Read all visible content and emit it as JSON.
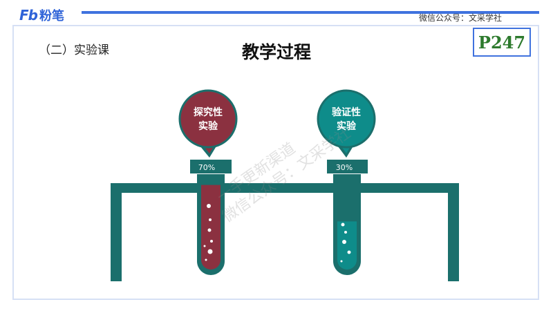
{
  "brand": {
    "logo_mark": "Fb",
    "logo_text": "粉笔"
  },
  "header": {
    "wechat_label": "微信公众号：文采学社"
  },
  "section_label": "（二）实验课",
  "page_title": "教学过程",
  "page_number": "P247",
  "tubes": [
    {
      "line1": "探究性",
      "line2": "实验",
      "percent_label": "70%",
      "percent": 70,
      "color": "#8b3140"
    },
    {
      "line1": "验证性",
      "line2": "实验",
      "percent_label": "30%",
      "percent": 30,
      "color": "#0e8c8a"
    }
  ],
  "colors": {
    "stand": "#1b6f6c",
    "accent": "#3f72de",
    "page_number": "#2d7a2d"
  },
  "watermark": {
    "line1": "一手更新渠道",
    "line2": "微信公众号：文采学社"
  }
}
